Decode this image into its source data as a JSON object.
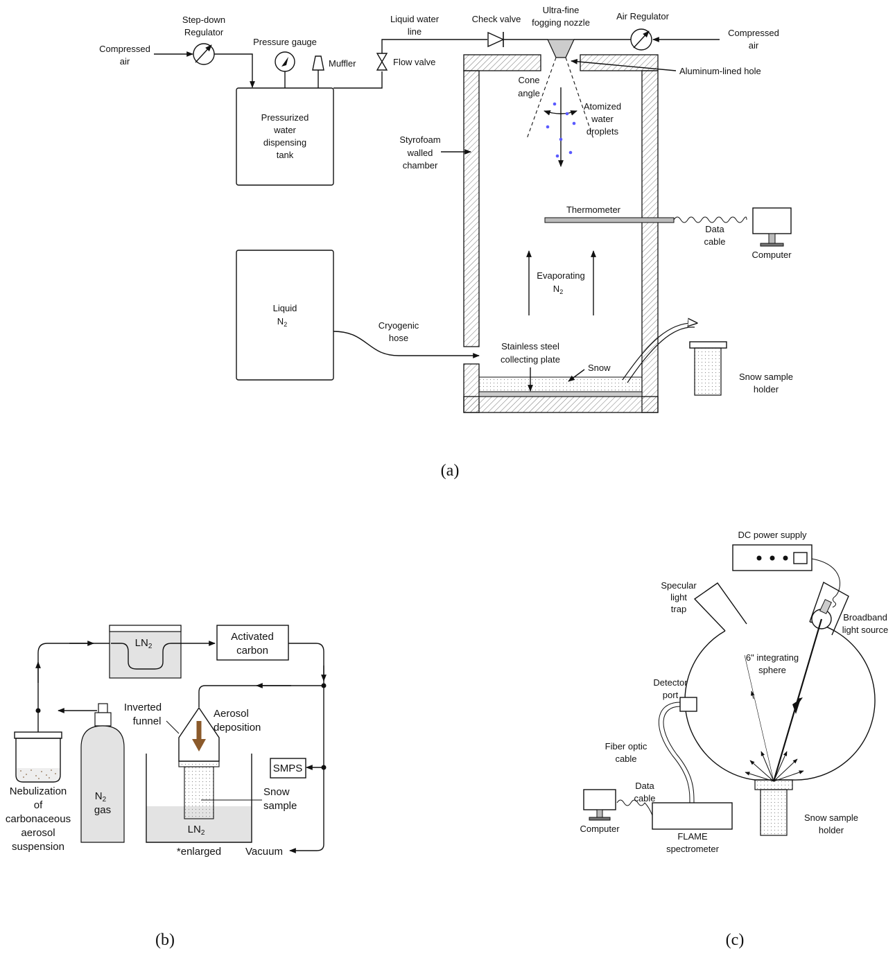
{
  "panel_a": {
    "caption": "(a)",
    "compressed_air_left": [
      "Compressed",
      "air"
    ],
    "step_down_regulator": [
      "Step-down",
      "Regulator"
    ],
    "pressure_gauge": "Pressure gauge",
    "muffler": "Muffler",
    "liquid_water_line": [
      "Liquid water",
      "line"
    ],
    "flow_valve": "Flow valve",
    "check_valve": "Check valve",
    "nozzle": [
      "Ultra-fine",
      "fogging nozzle"
    ],
    "air_regulator": "Air Regulator",
    "compressed_air_right": [
      "Compressed",
      "air"
    ],
    "aluminum_hole": "Aluminum-lined hole",
    "tank": [
      "Pressurized",
      "water",
      "dispensing",
      "tank"
    ],
    "cone_angle": [
      "Cone",
      "angle"
    ],
    "droplets": [
      "Atomized",
      "water",
      "droplets"
    ],
    "styrofoam": [
      "Styrofoam",
      "walled",
      "chamber"
    ],
    "thermometer": "Thermometer",
    "data_cable": [
      "Data",
      "cable"
    ],
    "computer": "Computer",
    "evaporating": "Evaporating",
    "n2_label": "N",
    "n2_sub": "2",
    "liquid_n2": "Liquid",
    "cryogenic_hose": [
      "Cryogenic",
      "hose"
    ],
    "collecting_plate": [
      "Stainless steel",
      "collecting plate"
    ],
    "snow": "Snow",
    "snow_holder": [
      "Snow sample",
      "holder"
    ]
  },
  "panel_b": {
    "caption": "(b)",
    "ln2": "LN",
    "sub2": "2",
    "activated_carbon": [
      "Activated",
      "carbon"
    ],
    "inverted_funnel": [
      "Inverted",
      "funnel"
    ],
    "aerosol_deposition": [
      "Aerosol",
      "deposition"
    ],
    "smps": "SMPS",
    "snow_sample": [
      "Snow",
      "sample"
    ],
    "nebulization": [
      "Nebulization",
      "of",
      "carbonaceous",
      "aerosol",
      "suspension"
    ],
    "n2_gas": [
      "N",
      "gas"
    ],
    "enlarged": "*enlarged",
    "vacuum": "Vacuum"
  },
  "panel_c": {
    "caption": "(c)",
    "dc_power": "DC power supply",
    "specular": [
      "Specular",
      "light",
      "trap"
    ],
    "broadband": [
      "Broadband",
      "light source"
    ],
    "sphere": [
      "6\"  integrating",
      "sphere"
    ],
    "detector_port": [
      "Detector",
      "port"
    ],
    "fiber_optic": [
      "Fiber optic",
      "cable"
    ],
    "data_cable": [
      "Data",
      "cable"
    ],
    "computer": "Computer",
    "flame": [
      "FLAME",
      "spectrometer"
    ],
    "snow_holder": [
      "Snow sample",
      "holder"
    ]
  }
}
